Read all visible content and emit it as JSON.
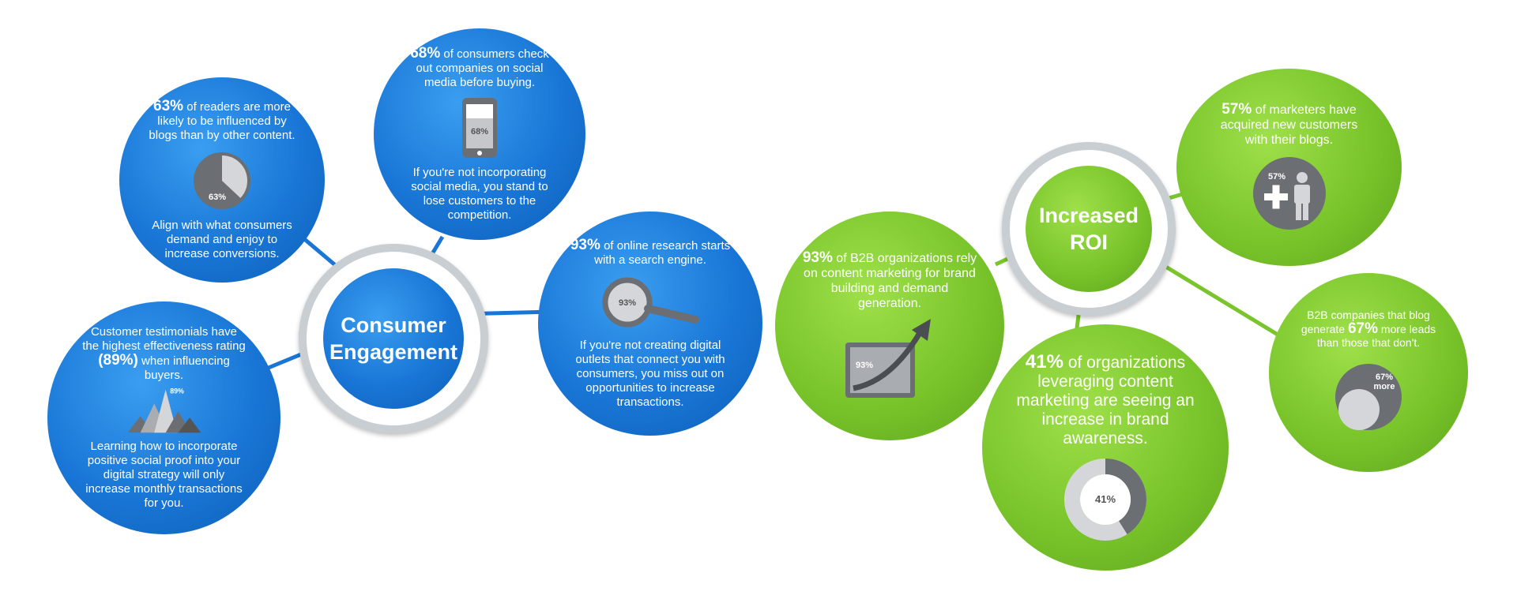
{
  "consumer_hub": {
    "title": "Consumer Engagement",
    "line1": "Consumer",
    "line2": "Engagement"
  },
  "roi_hub": {
    "title": "Increased ROI",
    "line1": "Increased",
    "line2": "ROI"
  },
  "blogs_bubble": {
    "stat": "63%",
    "text_before": "of readers are more likely to be influenced by blogs than by other content.",
    "chart_label": "63%",
    "footer": "Align with what consumers demand and enjoy to increase conversions.",
    "icon": "pie-chart-icon",
    "value": 0.63
  },
  "social_bubble": {
    "stat": "68%",
    "text_before": "of consumers check out companies on social media before buying.",
    "chart_label": "68%",
    "footer": "If you're not incorporating social media, you stand to lose customers to the competition.",
    "icon": "phone-icon",
    "value": 0.68
  },
  "testimonials_bubble": {
    "text_a": "Customer testimonials have the highest effectiveness rating",
    "stat": "(89%)",
    "text_b": "when influencing buyers.",
    "chart_label": "89%",
    "footer": "Learning how to incorporate positive social proof into your digital strategy will only increase monthly transactions for you.",
    "icon": "peaks-chart-icon",
    "value": 0.89
  },
  "search_bubble": {
    "stat": "93%",
    "text_before": "of online research starts with a search engine.",
    "chart_label": "93%",
    "footer": "If you're not creating digital outlets that connect you with consumers, you miss out on opportunities to increase transactions.",
    "icon": "magnifier-icon",
    "value": 0.93
  },
  "b2b_bubble": {
    "stat": "93%",
    "text_before": "of B2B organizations rely on content marketing for brand building and demand generation.",
    "chart_label": "93%",
    "icon": "growth-arrow-icon",
    "value": 0.93
  },
  "marketers_bubble": {
    "stat": "57%",
    "text_before": "of marketers have acquired new customers with their blogs.",
    "chart_label": "57%",
    "icon": "add-customer-icon",
    "value": 0.57
  },
  "awareness_bubble": {
    "stat": "41%",
    "text_before": "of organizations leveraging content marketing are seeing an increase in brand awareness.",
    "chart_label": "41%",
    "icon": "donut-chart-icon",
    "value": 0.41
  },
  "leads_bubble": {
    "text_a": "B2B companies that blog generate",
    "stat": "67%",
    "text_b": "more leads than those that don't.",
    "chart_label_1": "67%",
    "chart_label_2": "more",
    "icon": "nested-circles-icon",
    "value": 0.67
  },
  "colors": {
    "blue": "#1976d6",
    "green": "#7ac52b",
    "ring": "#c9ced3",
    "icon_gray": "#6b6e72"
  }
}
